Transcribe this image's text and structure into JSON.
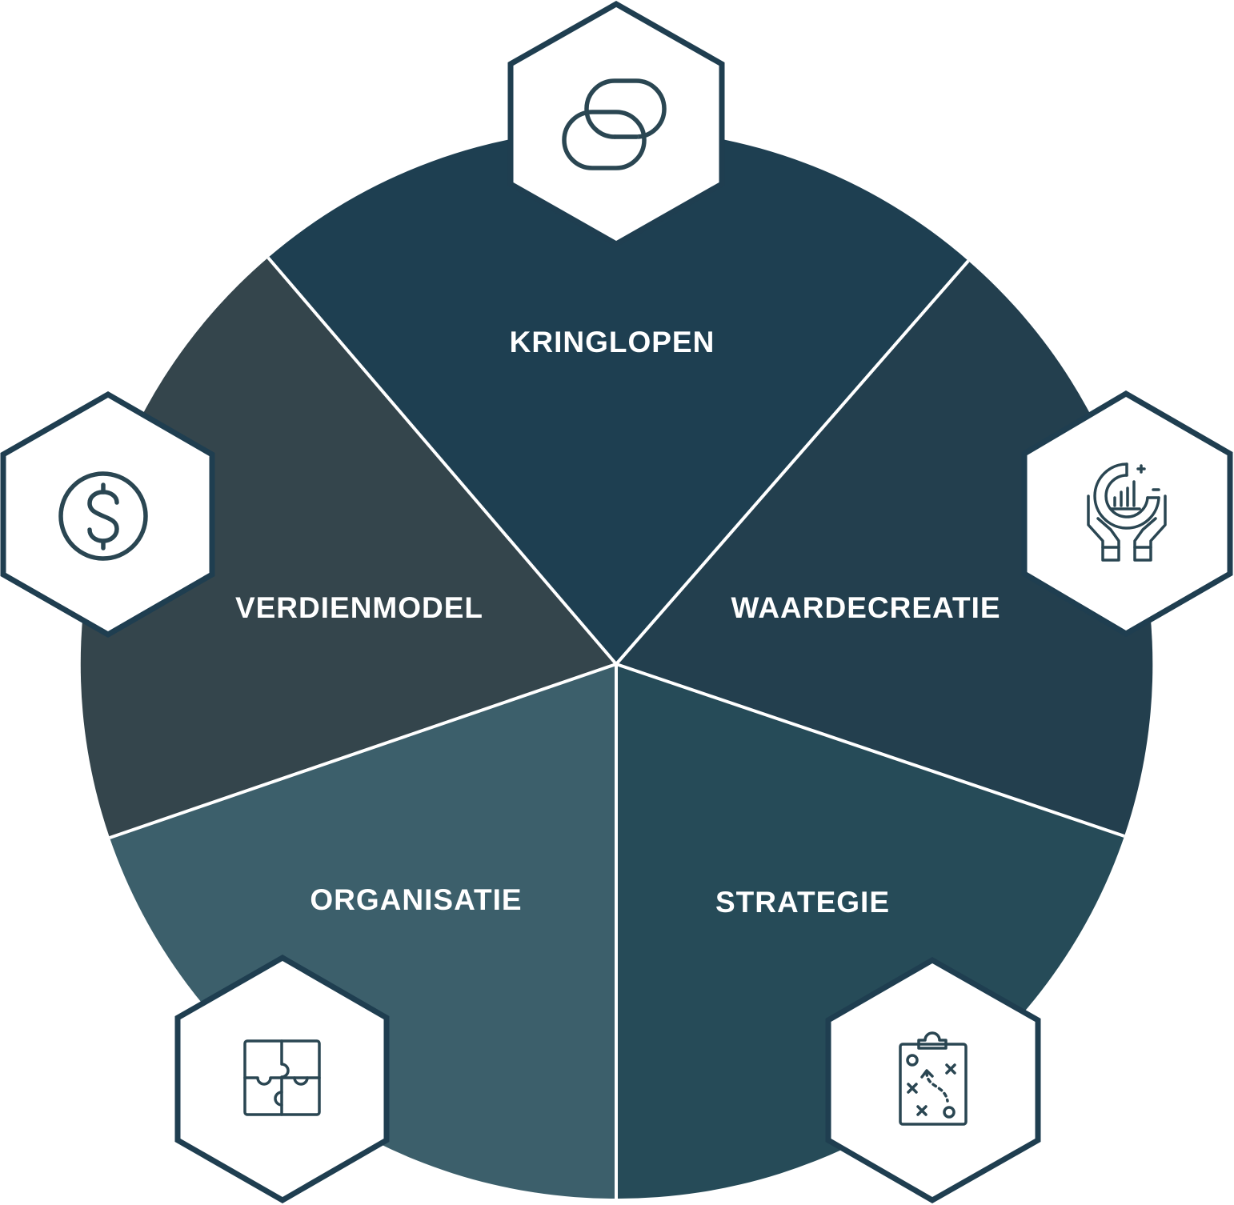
{
  "diagram": {
    "segments": [
      {
        "id": "kringlopen",
        "label": "KRINGLOPEN",
        "color": "#1e3f51",
        "icon": "linked-loops-icon"
      },
      {
        "id": "waardecreatie",
        "label": "WAARDECREATIE",
        "color": "#233f4e",
        "icon": "value-creation-hands-chart-icon"
      },
      {
        "id": "strategie",
        "label": "STRATEGIE",
        "color": "#264b58",
        "icon": "strategy-clipboard-icon"
      },
      {
        "id": "organisatie",
        "label": "ORGANISATIE",
        "color": "#3c5f6b",
        "icon": "puzzle-icon"
      },
      {
        "id": "verdienmodel",
        "label": "VERDIENMODEL",
        "color": "#34454c",
        "icon": "dollar-coin-icon"
      }
    ],
    "divider_color": "#ffffff",
    "hexagon_stroke_color": "#1f3e50",
    "icon_color": "#2a4652"
  }
}
